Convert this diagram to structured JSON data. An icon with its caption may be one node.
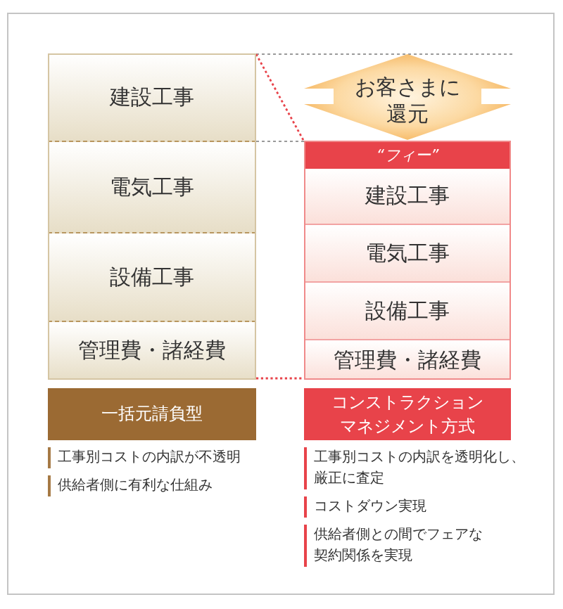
{
  "diagram": {
    "nodes": [
      {
        "text": [],
        "shape": "box"
      },
      {
        "text": [
          "建設工事"
        ],
        "in": 0
      },
      {
        "text": [
          "電気工事"
        ],
        "in": 0
      },
      {
        "text": [
          "設備工事"
        ],
        "in": 0
      },
      {
        "text": [
          "管理費・諸経費"
        ],
        "in": 0
      },
      {
        "text": [
          "お客さまに還元"
        ]
      },
      {
        "text": [],
        "shape": "box"
      },
      {
        "text": [
          "“フィー”"
        ],
        "in": 6
      },
      {
        "text": [
          "建設工事"
        ],
        "in": 6
      },
      {
        "text": [
          "電気工事"
        ],
        "in": 6
      },
      {
        "text": [
          "設備工事"
        ],
        "in": 6
      },
      {
        "text": [
          "管理費・諸経費"
        ],
        "in": 6
      },
      {
        "text": [
          "一括元請負型"
        ],
        "beside": [
          "工事別コストの内訳が不透明",
          "供給者側に有利な仕組み"
        ]
      },
      {
        "text": [
          "コンストラクションマネジメント方式"
        ],
        "beside": [
          "工事別コストの内訳を透明化し、厳正に査定",
          "コストダウン実現",
          "供給者側との間でフェアな契約関係を実現"
        ]
      }
    ],
    "edges": [
      {
        "from": 1,
        "to": 7,
        "arrow": "none",
        "style": "dashed",
        "color": "#e8434a"
      },
      {
        "from": 4,
        "to": 11,
        "arrow": "none",
        "style": "dashed",
        "color": "#e8434a"
      }
    ]
  }
}
